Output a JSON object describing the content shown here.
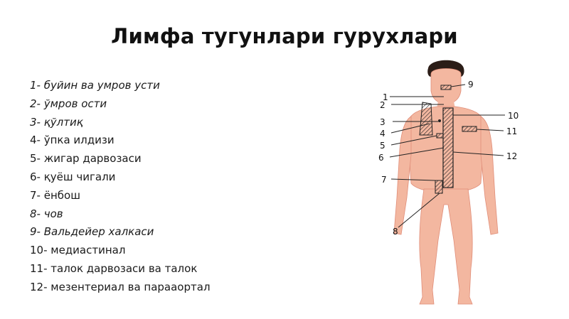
{
  "title": "Лимфа тугунлари гурухлари",
  "legend": [
    {
      "text": "1- буйин ва умров усти",
      "italic": true
    },
    {
      "text": "2- ўмров ости",
      "italic": true
    },
    {
      "text": "3- қўлтиқ",
      "italic": true
    },
    {
      "text": "4- ўпка илдизи",
      "italic": false
    },
    {
      "text": "5- жигар дарвозаси",
      "italic": false
    },
    {
      "text": "6- қуёш чигали",
      "italic": false
    },
    {
      "text": "7- ёнбош",
      "italic": false
    },
    {
      "text": "8- чов",
      "italic": true
    },
    {
      "text": "9- Вальдейер халкаси",
      "italic": true
    },
    {
      "text": "10- медиастинал",
      "italic": false
    },
    {
      "text": "11- талок дарвозаси ва талок",
      "italic": false
    },
    {
      "text": "12- мезентериал ва парааортал",
      "italic": false
    }
  ],
  "figure_numbers": [
    "1",
    "2",
    "3",
    "4",
    "5",
    "6",
    "7",
    "8",
    "9",
    "10",
    "11",
    "12"
  ],
  "colors": {
    "skin": "#f3b7a0",
    "skin_dark": "#e08d78",
    "hair": "#2b1d17",
    "line": "#222222"
  }
}
